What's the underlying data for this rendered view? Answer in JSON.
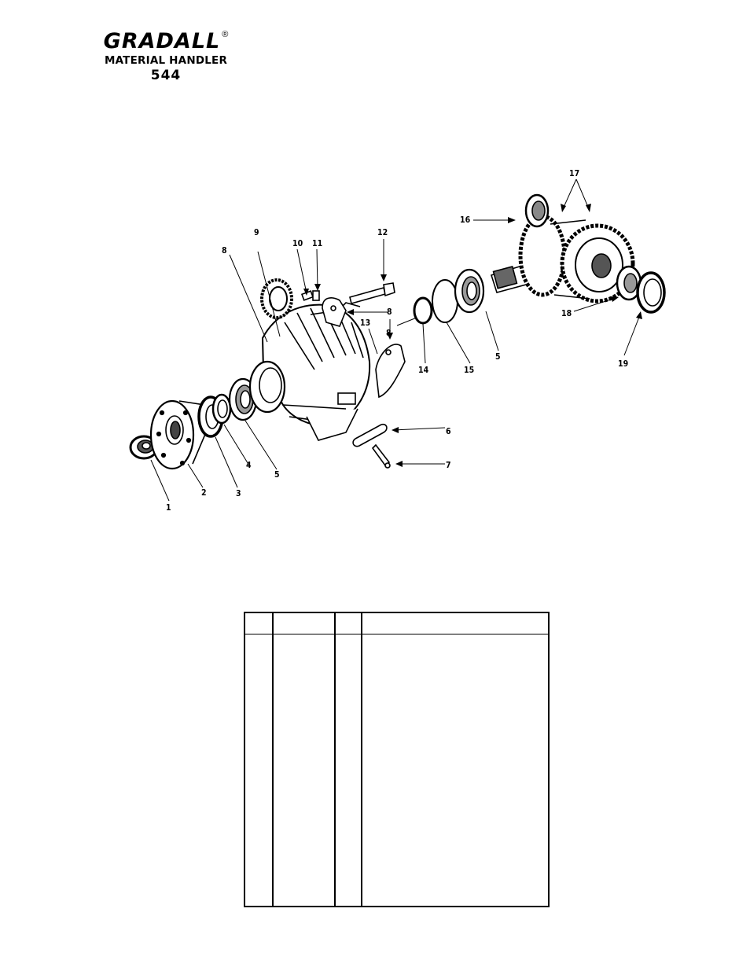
{
  "header": {
    "brand": "GRADALL",
    "registered_mark": "®",
    "subtitle": "MATERIAL HANDLER",
    "model": "544"
  },
  "diagram": {
    "callouts": [
      "1",
      "2",
      "3",
      "4",
      "5",
      "5",
      "6",
      "7",
      "8",
      "8",
      "8",
      "9",
      "10",
      "11",
      "12",
      "13",
      "14",
      "15",
      "16",
      "17",
      "18",
      "19"
    ],
    "ink_color": "#000000"
  },
  "parts_table": {
    "columns": [
      "",
      "",
      "",
      ""
    ],
    "rows": []
  }
}
